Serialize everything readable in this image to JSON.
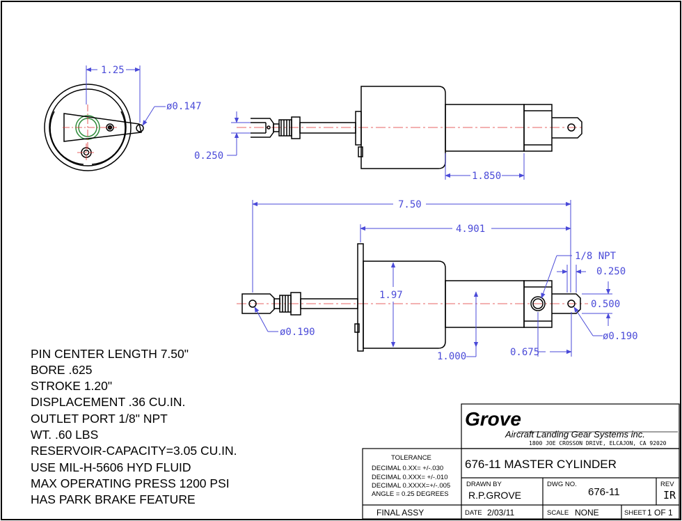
{
  "dimensions": {
    "pin_offset": "1.25",
    "hole_dia_top": "ø0.147",
    "clevis_width": "0.250",
    "cap_length": "1.850",
    "overall_length": "7.50",
    "body_length": "4.901",
    "port_callout": "1/8 NPT",
    "tab_width": "0.250",
    "tab_height": "0.500",
    "body_dia": "1.97",
    "hole_dia_left": "ø0.190",
    "hole_dia_right": "ø0.190",
    "axis_offset": "1.000",
    "port_offset": "0.675"
  },
  "notes": [
    "PIN CENTER LENGTH 7.50\"",
    "BORE .625",
    "STROKE 1.20\"",
    "DISPLACEMENT .36 CU.IN.",
    "OUTLET PORT 1/8\" NPT",
    "WT. .60 LBS",
    "RESERVOIR-CAPACITY=3.05 CU.IN.",
    "USE MIL-H-5606 HYD FLUID",
    "MAX OPERATING PRESS 1200 PSI",
    "HAS PARK BRAKE FEATURE"
  ],
  "title_block": {
    "company_logo": "Grove",
    "company_name": "Aircraft Landing Gear Systems inc.",
    "company_address": "1800 JOE CROSSON DRIVE, ELCAJON, CA 92020",
    "tolerance_heading": "TOLERANCE",
    "tolerance_lines": [
      "DECIMAL 0.XX=  +/-.030",
      "DECIMAL 0.XXX= +/-.010",
      "DECIMAL 0.XXXX=+/-.005",
      "ANGLE = 0.25 DEGREES"
    ],
    "title": "676-11 MASTER CYLINDER",
    "drawn_by_label": "DRAWN BY",
    "drawn_by": "R.P.GROVE",
    "dwg_no_label": "DWG NO.",
    "dwg_no": "676-11",
    "rev_label": "REV",
    "rev": "IR",
    "assy": "FINAL ASSY",
    "date_label": "DATE",
    "date": "2/03/11",
    "scale_label": "SCALE",
    "scale": "NONE",
    "sheet_label": "SHEET",
    "sheet": "1 OF 1"
  },
  "colors": {
    "outline": "#000000",
    "dimension": "#4a4ad8",
    "center_line": "#e03030",
    "detail": "#2e8b3a"
  }
}
